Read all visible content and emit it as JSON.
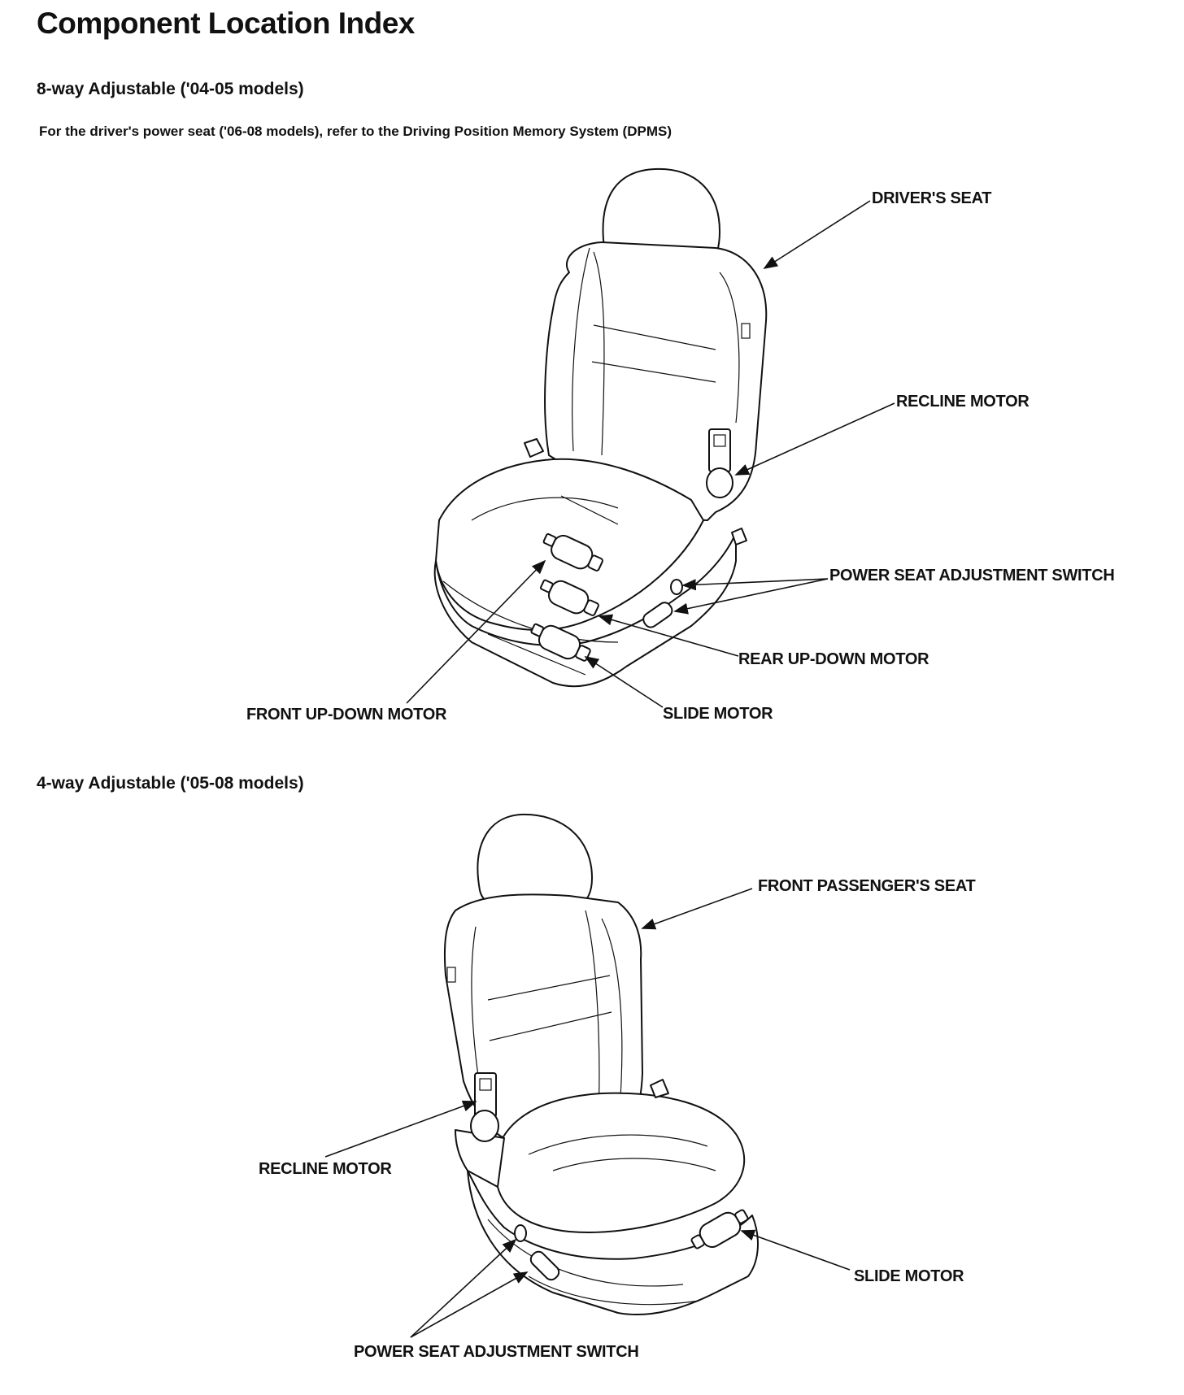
{
  "header": {
    "title": "Component Location Index",
    "section_8way": "8-way Adjustable ('04-05 models)",
    "note": "For the driver's power seat ('06-08 models), refer to the Driving Position Memory System (DPMS)",
    "section_4way": "4-way Adjustable ('05-08 models)"
  },
  "diagram_8way": {
    "labels": {
      "drivers_seat": "DRIVER'S SEAT",
      "recline_motor": "RECLINE MOTOR",
      "power_seat_switch": "POWER SEAT ADJUSTMENT SWITCH",
      "rear_up_down_motor": "REAR UP-DOWN MOTOR",
      "front_up_down_motor": "FRONT UP-DOWN MOTOR",
      "slide_motor": "SLIDE MOTOR"
    }
  },
  "diagram_4way": {
    "labels": {
      "passenger_seat": "FRONT PASSENGER'S SEAT",
      "recline_motor": "RECLINE MOTOR",
      "slide_motor": "SLIDE MOTOR",
      "power_seat_switch": "POWER SEAT ADJUSTMENT SWITCH"
    }
  }
}
